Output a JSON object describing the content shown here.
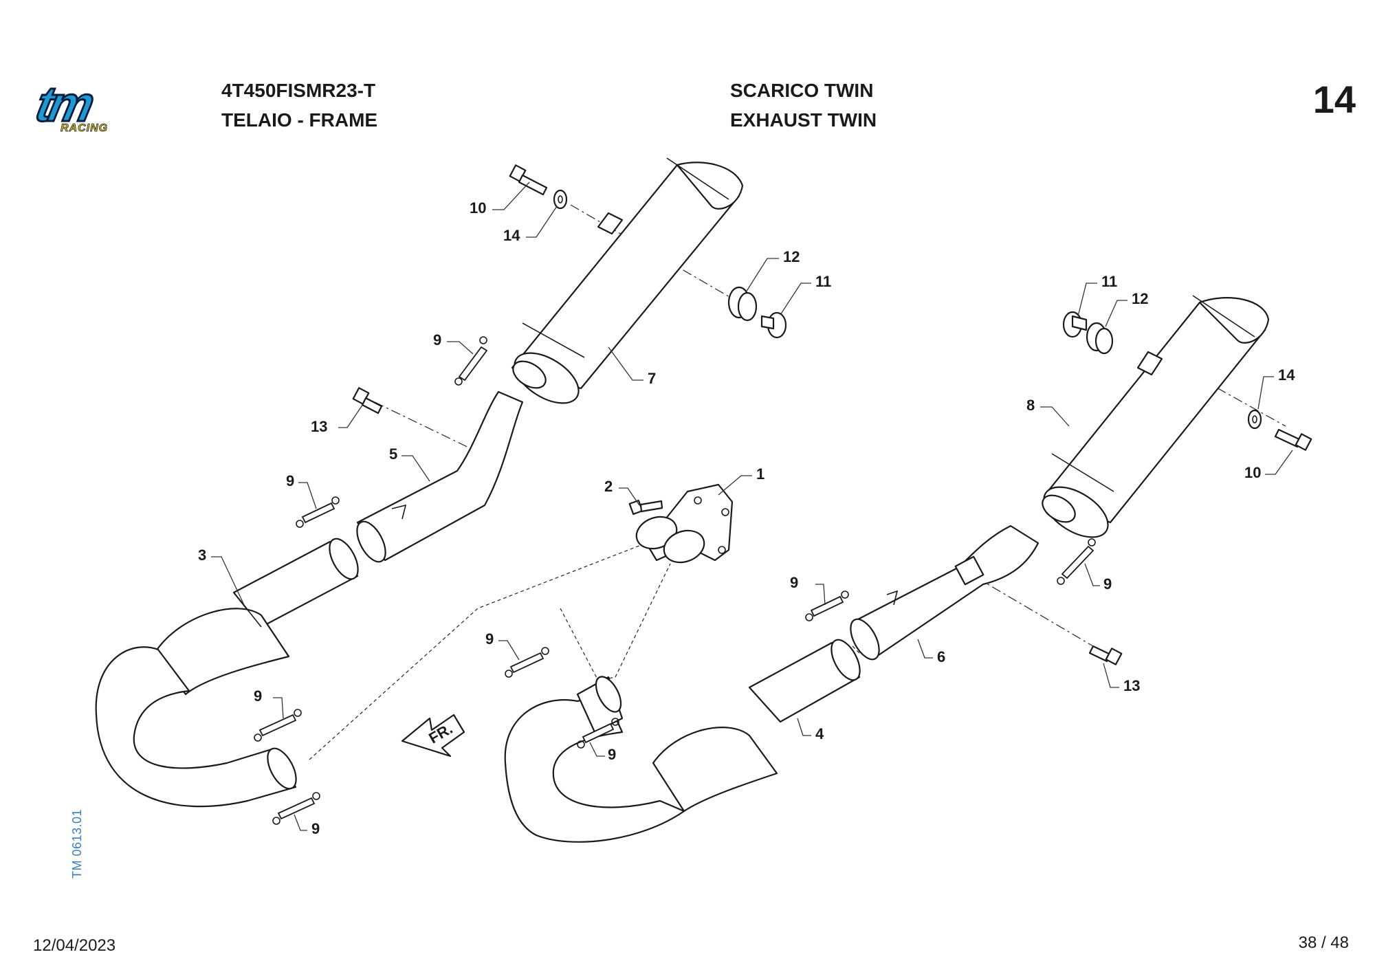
{
  "header": {
    "model": "4T450FISMR23-T",
    "section": "TELAIO - FRAME",
    "title_it": "SCARICO TWIN",
    "title_en": "EXHAUST TWIN",
    "page_number": "14"
  },
  "logo": {
    "brand": "tm",
    "sub": "RACING",
    "colors": {
      "primary": "#1d9ad6",
      "outline": "#0b1c3a",
      "accent": "#f2c200"
    }
  },
  "footer": {
    "date": "12/04/2023",
    "pager": "38 / 48",
    "drawing_code": "TM 0613.01"
  },
  "direction_arrow": {
    "label": "FR."
  },
  "callouts": {
    "c1": "1",
    "c2": "2",
    "c3": "3",
    "c4": "4",
    "c5": "5",
    "c6": "6",
    "c7": "7",
    "c8": "8",
    "c9a": "9",
    "c9b": "9",
    "c9c": "9",
    "c9d": "9",
    "c9e": "9",
    "c9f": "9",
    "c9g": "9",
    "c9h": "9",
    "c10a": "10",
    "c10b": "10",
    "c11a": "11",
    "c11b": "11",
    "c12a": "12",
    "c12b": "12",
    "c13a": "13",
    "c13b": "13",
    "c14a": "14",
    "c14b": "14"
  }
}
